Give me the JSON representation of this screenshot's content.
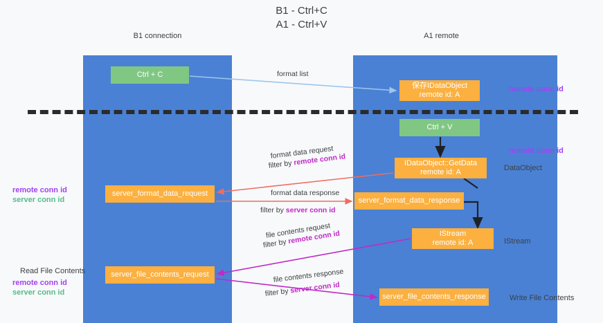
{
  "title": "B1 - Ctrl+C\nA1 - Ctrl+V",
  "lanes": [
    {
      "key": "b1",
      "name": "B1",
      "sub": "connection",
      "header": "B1\nconnection",
      "color": "#4a81d4"
    },
    {
      "key": "a1",
      "name": "A1",
      "sub": "remote",
      "header": "A1\nremote",
      "color": "#4a81d4"
    }
  ],
  "colors": {
    "lane": "#4a81d4",
    "green_node": "#81c784",
    "orange_node": "#fbb040",
    "purple_text": "#a142f4",
    "green_text": "#57bb8a",
    "magenta_text": "#c029c9",
    "divider": "#2b2b2b",
    "arrow_blue": "#9ec5ef",
    "arrow_red": "#ef6c62",
    "arrow_magenta": "#c029c9",
    "arrow_black": "#202124",
    "background": "#f8f9fa"
  },
  "nodes": {
    "ctrl_c": "Ctrl + C",
    "idataobject": "保存IDataObject\nremote id: A",
    "ctrl_v": "Ctrl + V",
    "getdata": "IDataObject::GetData\nremote id: A",
    "server_format_data_request": "server_format_data_request",
    "server_format_data_response": "server_format_data_response",
    "istream": "IStream\nremote id: A",
    "server_file_contents_request": "server_file_contents_request",
    "server_file_contents_response": "server_file_contents_response"
  },
  "annotations": {
    "remote_conn_id_1": "remote conn id",
    "remote_conn_id_2": "remote conn id",
    "dataobject": "DataObject",
    "istream": "IStream",
    "write_file_contents": "Write File Contents",
    "read_file_contents": "Read File Contents",
    "left_remote_conn_id": "remote conn id",
    "left_server_conn_id": "server conn id",
    "left_remote_conn_id_2": "remote conn id",
    "left_server_conn_id_2": "server conn id"
  },
  "edge_labels": {
    "format_list": "format list",
    "format_data_request": "format data request",
    "format_data_request_filter_prefix": "filter by ",
    "format_data_request_filter_key": "remote conn id",
    "format_data_response": "format data response",
    "format_data_response_filter_prefix": "filter by ",
    "format_data_response_filter_key": "server conn id",
    "file_contents_request": "file contents request",
    "file_contents_request_filter_prefix": "filter by ",
    "file_contents_request_filter_key": "remote conn id",
    "file_contents_response": "file contents response",
    "file_contents_response_filter_prefix": "filter by ",
    "file_contents_response_filter_key": "server conn id"
  }
}
